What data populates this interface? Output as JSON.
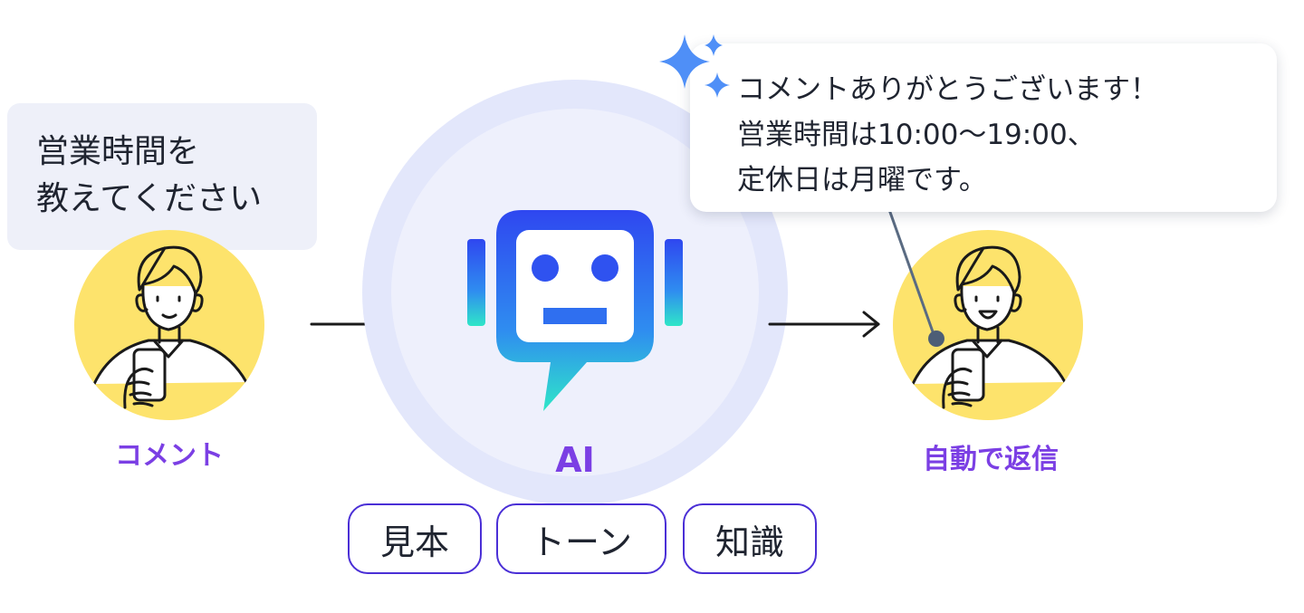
{
  "comment_bubble": {
    "lines": [
      "営業時間を",
      "教えてください"
    ]
  },
  "reply_bubble": {
    "lines": [
      "コメントありがとうございます！",
      "営業時間は10:00〜19:00、",
      "定休日は月曜です。"
    ]
  },
  "labels": {
    "comment": "コメント",
    "ai": "AI",
    "auto_reply": "自動で返信"
  },
  "pills": [
    "見本",
    "トーン",
    "知識"
  ],
  "colors": {
    "accent_purple": "#7b3fe4",
    "person_yellow": "#fde36c",
    "robot_gradient_top": "#2f47f0",
    "robot_gradient_bottom": "#2fe6c8",
    "sparkle_blue": "#4f8ff7",
    "pill_border": "#4a2fd6"
  },
  "icons": [
    "person-with-phone-icon",
    "arrow-right-icon",
    "ai-robot-chat-icon",
    "sparkle-icon",
    "smiling-person-icon"
  ]
}
